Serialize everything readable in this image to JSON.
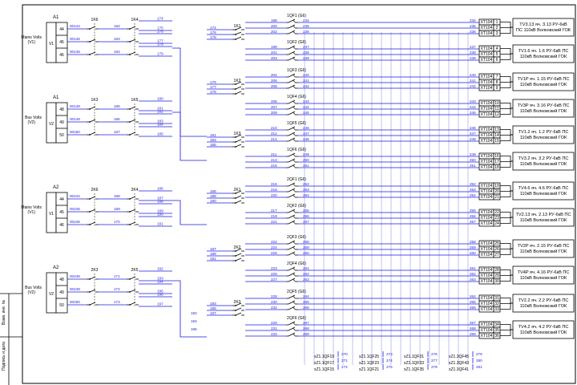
{
  "modules": [
    {
      "ref": "A1",
      "v": "V1",
      "pins": [
        "44",
        "45",
        "46"
      ],
      "label": [
        "Mains Volts",
        "(V1)"
      ],
      "wires": [
        "00144",
        "00145",
        "00146"
      ],
      "sw1": "1K6",
      "sw2": "1K4",
      "mid": [
        "162",
        "163",
        "164"
      ],
      "far": [
        "174",
        "175",
        "176",
        "177",
        "178",
        "179"
      ]
    },
    {
      "ref": "A1",
      "v": "V2",
      "pins": [
        "48",
        "49",
        "50"
      ],
      "label": [
        "Bus Volts",
        "(V2)"
      ],
      "wires": [
        "00148",
        "00149",
        "00150"
      ],
      "sw1": "1K3",
      "sw2": "1K5",
      "mid": [
        "165",
        "166",
        "167"
      ],
      "far": [
        "180",
        "181",
        "182",
        "183",
        "184",
        "185"
      ]
    },
    {
      "ref": "A2",
      "v": "V1",
      "pins": [
        "44",
        "45",
        "46"
      ],
      "label": [
        "Mains Volts",
        "(V1)"
      ],
      "wires": [
        "00244",
        "00245",
        "00246"
      ],
      "sw1": "2K6",
      "sw2": "2K4",
      "mid": [
        "168",
        "169",
        "170"
      ],
      "far": [
        "186",
        "187",
        "188",
        "189",
        "190",
        "191"
      ]
    },
    {
      "ref": "A2",
      "v": "V2",
      "pins": [
        "48",
        "49",
        "50"
      ],
      "label": [
        "Bus Volts",
        "(V2)"
      ],
      "wires": [
        "00248",
        "00249",
        "00250"
      ],
      "sw1": "2K3",
      "sw2": "2K5",
      "mid": [
        "171",
        "172",
        "173"
      ],
      "far": [
        "192",
        "193",
        "194",
        "195",
        "196",
        "197"
      ]
    }
  ],
  "feeders": [
    {
      "k": "1K1",
      "a": "1QF1 (G6)",
      "b": "1QF2 (G6)",
      "left": [
        "174",
        "176",
        "178"
      ],
      "w1": [
        "198",
        "200",
        "202"
      ],
      "w2": [
        "199",
        "201",
        "203"
      ],
      "out1": [
        "234",
        "235",
        "236"
      ],
      "out2": [
        "237",
        "238",
        "239"
      ],
      "terms1": [
        "1",
        "2",
        "3"
      ],
      "terms2": [
        "4",
        "5",
        "6"
      ],
      "d1": [
        "TV3.13 яч. 3.13 РУ-6кВ",
        "ПС 110кВ Волковский ГОК"
      ],
      "d2": [
        "TV1.6 яч. 1.6 РУ-6кВ ПС",
        "110кВ Волковский ГОК"
      ]
    },
    {
      "k": "1K2",
      "a": "1QF3 (G6)",
      "b": "1QF4 (G6)",
      "left": [
        "175",
        "177",
        "179"
      ],
      "w1": [
        "204",
        "206",
        "208"
      ],
      "w2": [
        "205",
        "207",
        "209"
      ],
      "out1": [
        "240",
        "241",
        "242"
      ],
      "out2": [
        "243",
        "244",
        "245"
      ],
      "terms1": [
        "7",
        "8",
        "9"
      ],
      "terms2": [
        "10",
        "11",
        "12"
      ],
      "d1": [
        "TV1P яч. 1.15 РУ-6кВ ПС",
        "110кВ Волковский ГОК"
      ],
      "d2": [
        "TV3P яч. 3.16 РУ-6кВ ПС",
        "110кВ Волковский ГОК"
      ]
    },
    {
      "k": "1K3",
      "a": "1QF5 (G6)",
      "b": "1QF6 (G6)",
      "left": [
        "181",
        "183",
        "185"
      ],
      "w1": [
        "210",
        "212",
        "214"
      ],
      "w2": [
        "211",
        "213",
        "215"
      ],
      "out1": [
        "246",
        "247",
        "248"
      ],
      "out2": [
        "249",
        "250",
        "251"
      ],
      "terms1": [
        "13",
        "14",
        "15"
      ],
      "terms2": [
        "16",
        "17",
        "18"
      ],
      "d1": [
        "TV1.2 яч. 1.2 РУ-6кВ ПС",
        "110кВ Волковский ГОК"
      ],
      "d2": [
        "TV3.2 яч. 3.2 РУ-6кВ ПС",
        "110кВ Волковский ГОК"
      ]
    },
    {
      "k": "2K1",
      "a": "2QF1 (G6)",
      "b": "2QF2 (G6)",
      "left": [
        "186",
        "188",
        "190"
      ],
      "w1": [
        "216",
        "218",
        "220"
      ],
      "w2": [
        "217",
        "219",
        "221"
      ],
      "out1": [
        "252",
        "253",
        "254"
      ],
      "out2": [
        "255",
        "256",
        "257"
      ],
      "terms1": [
        "19",
        "20",
        "21"
      ],
      "terms2": [
        "22",
        "23",
        "24"
      ],
      "d1": [
        "TV4.6 яч. 4.6 РУ-6кВ ПС",
        "110кВ Волковский ГОК"
      ],
      "d2": [
        "TV2.13 яч. 2.13 РУ-6кВ ПС",
        "110кВ Волковский ГОК"
      ]
    },
    {
      "k": "2K2",
      "a": "2QF3 (G6)",
      "b": "2QF4 (G6)",
      "left": [
        "187",
        "189",
        "191"
      ],
      "w1": [
        "222",
        "224",
        "226"
      ],
      "w2": [
        "223",
        "225",
        "227"
      ],
      "out1": [
        "258",
        "259",
        "260"
      ],
      "out2": [
        "261",
        "262",
        "263"
      ],
      "terms1": [
        "25",
        "26",
        "27"
      ],
      "terms2": [
        "28",
        "29",
        "30"
      ],
      "d1": [
        "TV2P яч. 2.15 РУ-6кВ ПС",
        "110кВ Волковский ГОК"
      ],
      "d2": [
        "TV4P яч. 4.16 РУ-6кВ ПС",
        "110кВ Волковский ГОК"
      ]
    },
    {
      "k": "2K3",
      "a": "2QF5 (G6)",
      "b": "2QF6 (G6)",
      "left": [
        "193",
        "195",
        "197"
      ],
      "w1": [
        "228",
        "230",
        "232"
      ],
      "w2": [
        "229",
        "231",
        "233"
      ],
      "out1": [
        "264",
        "265",
        "266"
      ],
      "out2": [
        "267",
        "268",
        "269"
      ],
      "terms1": [
        "31",
        "32",
        "33"
      ],
      "terms2": [
        "34",
        "35",
        "36"
      ],
      "d1": [
        "TV2.2 яч. 2.2 РУ-6кВ ПС",
        "110кВ Волковский ГОК"
      ],
      "d2": [
        "TV4.2 яч. 4.2 РУ-6кВ ПС",
        "110кВ Волковский ГОК"
      ]
    }
  ],
  "k2_mid": [
    "192",
    "194",
    "196"
  ],
  "terminal_block": "XT104",
  "bottom_refs": [
    {
      "text": "xZ1.1QF19",
      "num": "270"
    },
    {
      "text": "xZ1.1QF17",
      "num": "271"
    },
    {
      "text": "xZ1.1QF15",
      "num": "272"
    },
    {
      "text": "xZ1.1QF25",
      "num": "273"
    },
    {
      "text": "xZ1.1QF23",
      "num": "274"
    },
    {
      "text": "xZ1.1QF21",
      "num": "275"
    },
    {
      "text": "xZ1.1QF31",
      "num": "276"
    },
    {
      "text": "xZ1.1QF33",
      "num": "277"
    },
    {
      "text": "xZ1.1QF35",
      "num": "278"
    },
    {
      "text": "xZ1.3QF45",
      "num": "279"
    },
    {
      "text": "xZ1.3QF43",
      "num": "280"
    },
    {
      "text": "xZ1.3QF41",
      "num": "281"
    }
  ],
  "side_labels": [
    "Взам. инв. №",
    "Подпись и дата"
  ]
}
